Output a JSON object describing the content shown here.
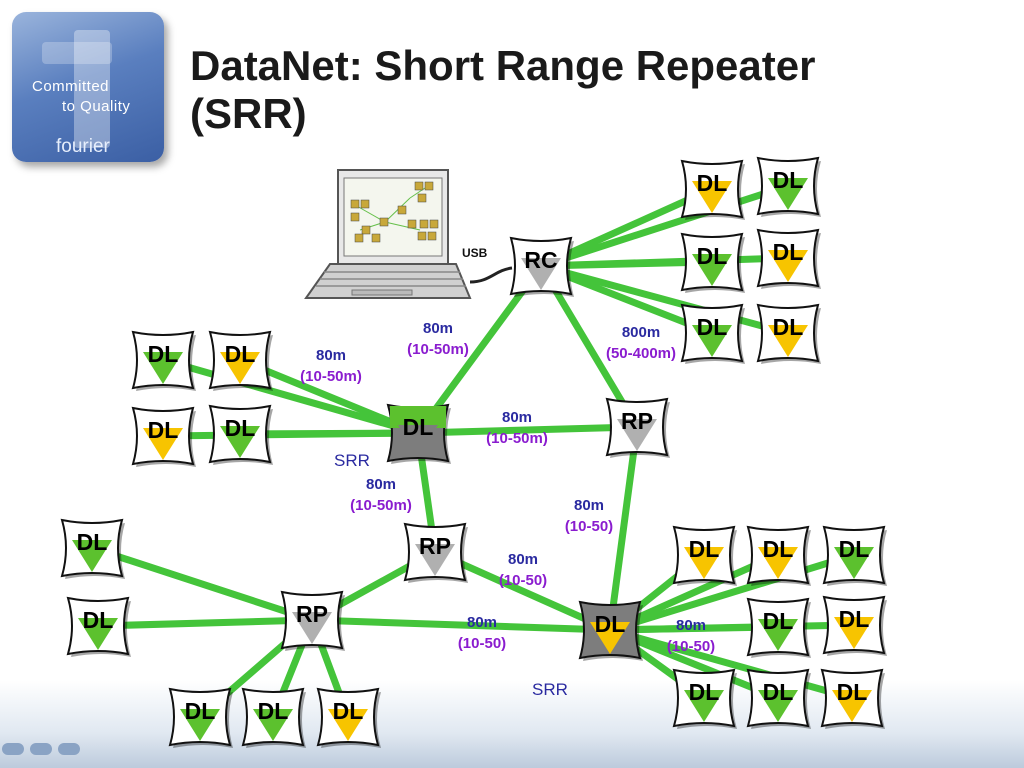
{
  "slide": {
    "title_line1": "DataNet: Short Range Repeater",
    "title_line2": "(SRR)"
  },
  "logo": {
    "line1": "Committed",
    "line2": "to Quality",
    "line3": "fourier"
  },
  "usb_label": "USB",
  "colors": {
    "link": "#44c43a",
    "dl_yellow": "#f7c400",
    "dl_green": "#5cc12e",
    "rc_gray": "#b0b0b0",
    "hub_dark": "#7d7d7d",
    "dist_blue": "#2a2aa0",
    "range_purple": "#8a1ccf",
    "srr_blue": "#2a2aa0"
  },
  "nodes": [
    {
      "id": "rc",
      "label": "RC",
      "style": "rc"
    },
    {
      "id": "dl_r1a",
      "label": "DL",
      "style": "yellow"
    },
    {
      "id": "dl_r1b",
      "label": "DL",
      "style": "green"
    },
    {
      "id": "dl_r2a",
      "label": "DL",
      "style": "green"
    },
    {
      "id": "dl_r2b",
      "label": "DL",
      "style": "yellow"
    },
    {
      "id": "dl_r3a",
      "label": "DL",
      "style": "green"
    },
    {
      "id": "dl_r3b",
      "label": "DL",
      "style": "yellow"
    },
    {
      "id": "dl_l1a",
      "label": "DL",
      "style": "green"
    },
    {
      "id": "dl_l1b",
      "label": "DL",
      "style": "yellow"
    },
    {
      "id": "dl_l2a",
      "label": "DL",
      "style": "yellow"
    },
    {
      "id": "dl_l2b",
      "label": "DL",
      "style": "green"
    },
    {
      "id": "dl_hub1",
      "label": "DL",
      "style": "hub"
    },
    {
      "id": "rp_right",
      "label": "RP",
      "style": "rp"
    },
    {
      "id": "rp_mid",
      "label": "RP",
      "style": "rp"
    },
    {
      "id": "rp_left",
      "label": "RP",
      "style": "rp"
    },
    {
      "id": "dl_bl1",
      "label": "DL",
      "style": "green"
    },
    {
      "id": "dl_bl2",
      "label": "DL",
      "style": "green"
    },
    {
      "id": "dl_bb1",
      "label": "DL",
      "style": "green"
    },
    {
      "id": "dl_bb2",
      "label": "DL",
      "style": "green"
    },
    {
      "id": "dl_bb3",
      "label": "DL",
      "style": "yellow"
    },
    {
      "id": "dl_hub2",
      "label": "DL",
      "style": "hubyellow"
    },
    {
      "id": "dl_br1a",
      "label": "DL",
      "style": "yellow"
    },
    {
      "id": "dl_br1b",
      "label": "DL",
      "style": "yellow"
    },
    {
      "id": "dl_br1c",
      "label": "DL",
      "style": "green"
    },
    {
      "id": "dl_br2a",
      "label": "DL",
      "style": "green"
    },
    {
      "id": "dl_br2b",
      "label": "DL",
      "style": "yellow"
    },
    {
      "id": "dl_br3a",
      "label": "DL",
      "style": "green"
    },
    {
      "id": "dl_br3b",
      "label": "DL",
      "style": "green"
    },
    {
      "id": "dl_br3c",
      "label": "DL",
      "style": "yellow"
    }
  ],
  "edges": [
    {
      "from": "rc",
      "to": "dl_r1a"
    },
    {
      "from": "rc",
      "to": "dl_r1b"
    },
    {
      "from": "rc",
      "to": "dl_r2a"
    },
    {
      "from": "rc",
      "to": "dl_r2b"
    },
    {
      "from": "rc",
      "to": "dl_r3a"
    },
    {
      "from": "rc",
      "to": "dl_r3b"
    },
    {
      "from": "rc",
      "to": "dl_hub1"
    },
    {
      "from": "rc",
      "to": "rp_right"
    },
    {
      "from": "dl_hub1",
      "to": "dl_l1a"
    },
    {
      "from": "dl_hub1",
      "to": "dl_l1b"
    },
    {
      "from": "dl_hub1",
      "to": "dl_l2a"
    },
    {
      "from": "dl_hub1",
      "to": "dl_l2b"
    },
    {
      "from": "dl_hub1",
      "to": "rp_right"
    },
    {
      "from": "dl_hub1",
      "to": "rp_mid"
    },
    {
      "from": "rp_right",
      "to": "dl_hub2"
    },
    {
      "from": "rp_mid",
      "to": "rp_left"
    },
    {
      "from": "rp_mid",
      "to": "dl_hub2"
    },
    {
      "from": "rp_left",
      "to": "dl_bl1"
    },
    {
      "from": "rp_left",
      "to": "dl_bl2"
    },
    {
      "from": "rp_left",
      "to": "dl_bb1"
    },
    {
      "from": "rp_left",
      "to": "dl_bb2"
    },
    {
      "from": "rp_left",
      "to": "dl_bb3"
    },
    {
      "from": "rp_left",
      "to": "dl_hub2"
    },
    {
      "from": "dl_hub2",
      "to": "dl_br1a"
    },
    {
      "from": "dl_hub2",
      "to": "dl_br1b"
    },
    {
      "from": "dl_hub2",
      "to": "dl_br1c"
    },
    {
      "from": "dl_hub2",
      "to": "dl_br2a"
    },
    {
      "from": "dl_hub2",
      "to": "dl_br2b"
    },
    {
      "from": "dl_hub2",
      "to": "dl_br3a"
    },
    {
      "from": "dl_hub2",
      "to": "dl_br3b"
    },
    {
      "from": "dl_hub2",
      "to": "dl_br3c"
    }
  ],
  "labels": [
    {
      "id": "lbl_rc_hub",
      "dist": "80m",
      "range": "(10-50m)"
    },
    {
      "id": "lbl_rc_rp",
      "dist": "800m",
      "range": "(50-400m)"
    },
    {
      "id": "lbl_left_dls",
      "dist": "80m",
      "range": "(10-50m)"
    },
    {
      "id": "lbl_hub_rp",
      "dist": "80m",
      "range": "(10-50m)"
    },
    {
      "id": "lbl_hub_rpmid",
      "dist": "80m",
      "range": "(10-50m)"
    },
    {
      "id": "lbl_rp_hub2",
      "dist": "80m",
      "range": "(10-50)"
    },
    {
      "id": "lbl_rpmid_hub2",
      "dist": "80m",
      "range": "(10-50)"
    },
    {
      "id": "lbl_rpleft_hub2",
      "dist": "80m",
      "range": "(10-50)"
    },
    {
      "id": "lbl_hub2_dls",
      "dist": "80m",
      "range": "(10-50)"
    }
  ],
  "srr_labels": [
    {
      "id": "srr1",
      "text": "SRR"
    },
    {
      "id": "srr2",
      "text": "SRR"
    }
  ]
}
